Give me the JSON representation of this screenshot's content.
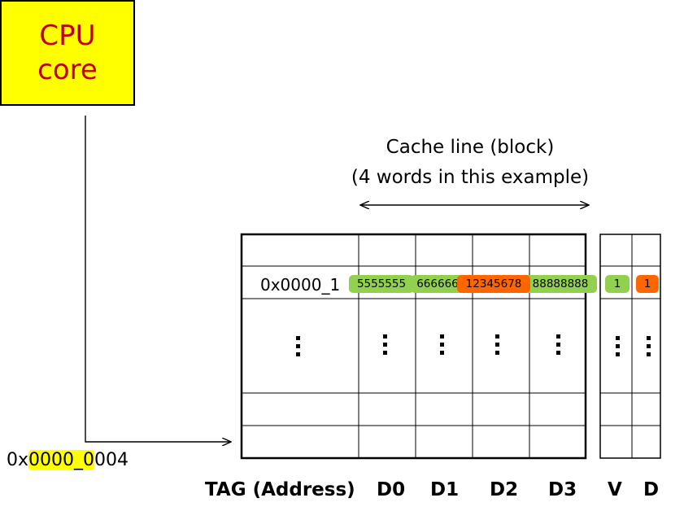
{
  "cpu": {
    "line1": "CPU",
    "line2": "core",
    "fill": "#ffff00",
    "text_color": "#c00000"
  },
  "cache_line_label": {
    "line1": "Cache line (block)",
    "line2": "(4 words in this example)"
  },
  "row": {
    "tag": "0x0000_1",
    "words": [
      "5555555",
      "666666",
      "12345678",
      "88888888"
    ],
    "valid": "1",
    "dirty": "1"
  },
  "word_colors": [
    "#92d050",
    "#92d050",
    "#ff6600",
    "#92d050"
  ],
  "valid_color": "#92d050",
  "dirty_color": "#ff6600",
  "address": {
    "prefix": "0x",
    "highlight": "0000_0",
    "suffix": "004"
  },
  "columns": {
    "tag": "TAG (Address)",
    "d0": "D0",
    "d1": "D1",
    "d2": "D2",
    "d3": "D3",
    "v": "V",
    "d": "D"
  }
}
